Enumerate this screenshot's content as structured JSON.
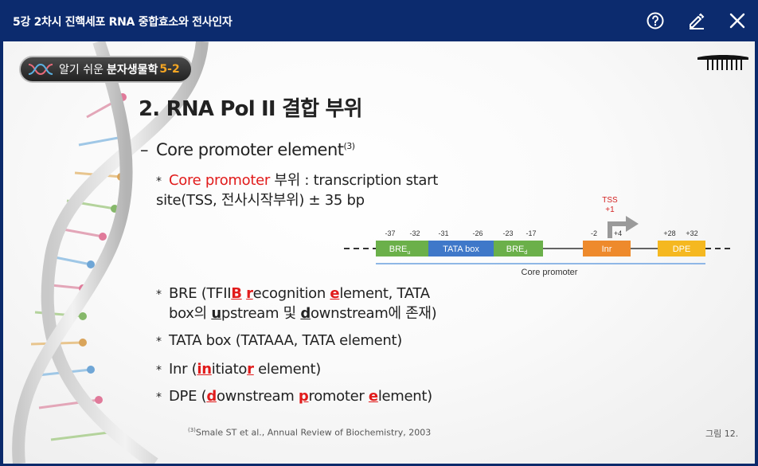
{
  "header": {
    "title": "5강 2차시 진핵세포 RNA 중합효소와 전사인자",
    "help_icon": "question-circle-icon",
    "edit_icon": "pencil-icon",
    "close_icon": "close-icon"
  },
  "slide": {
    "brand": {
      "prefix": "알기 쉬운",
      "name": "분자생물학",
      "episode": "5-2"
    },
    "title": "2. RNA Pol II 결합 부위",
    "subtitle": "Core promoter element",
    "subtitle_ref": "(3)",
    "core": {
      "bullet": "*",
      "label": "Core promoter",
      "rest": " 부위 : transcription start",
      "line2": "site(TSS, 전사시작부위)  ± 35 bp"
    },
    "bre": {
      "bullet": "*",
      "a": "BRE (TFII",
      "b1": "B",
      "a2": " ",
      "b2": "r",
      "a3": "ecognition ",
      "b3": "e",
      "a4": "lement, TATA",
      "l2a": "box의 ",
      "l2b": "u",
      "l2c": "pstream 및 ",
      "l2d": "d",
      "l2e": "ownstream에 존재)"
    },
    "tata": {
      "bullet": "*",
      "text": "TATA box (TATAAA, TATA element)"
    },
    "inr": {
      "bullet": "*",
      "a": "Inr (",
      "b": "in",
      "c": "itiato",
      "d": "r",
      "e": " element)"
    },
    "dpe": {
      "bullet": "*",
      "a": "DPE (",
      "b": "d",
      "c": "ownstream ",
      "d": "p",
      "e": "romoter ",
      "f": "e",
      "g": "lement)"
    },
    "diagram": {
      "tss_label": "TSS",
      "tss_pos": "+1",
      "positions": [
        "-37",
        "-32",
        "-31",
        "-26",
        "-23",
        "-17",
        "-2",
        "+4",
        "+28",
        "+32"
      ],
      "boxes": [
        {
          "label": "BRE",
          "sub": "u",
          "color": "#6bb04a"
        },
        {
          "label": "TATA box",
          "sub": "",
          "color": "#3f78c9"
        },
        {
          "label": "BRE",
          "sub": "d",
          "color": "#6bb04a"
        },
        {
          "label": "Inr",
          "sub": "",
          "color": "#ee8a2c"
        },
        {
          "label": "DPE",
          "sub": "",
          "color": "#f5b820"
        }
      ],
      "caption": "Core promoter"
    },
    "reference": {
      "sup": "(3)",
      "text": "Smale ST et al., Annual Review of Biochemistry, 2003"
    },
    "figure_label": "그림 12."
  }
}
